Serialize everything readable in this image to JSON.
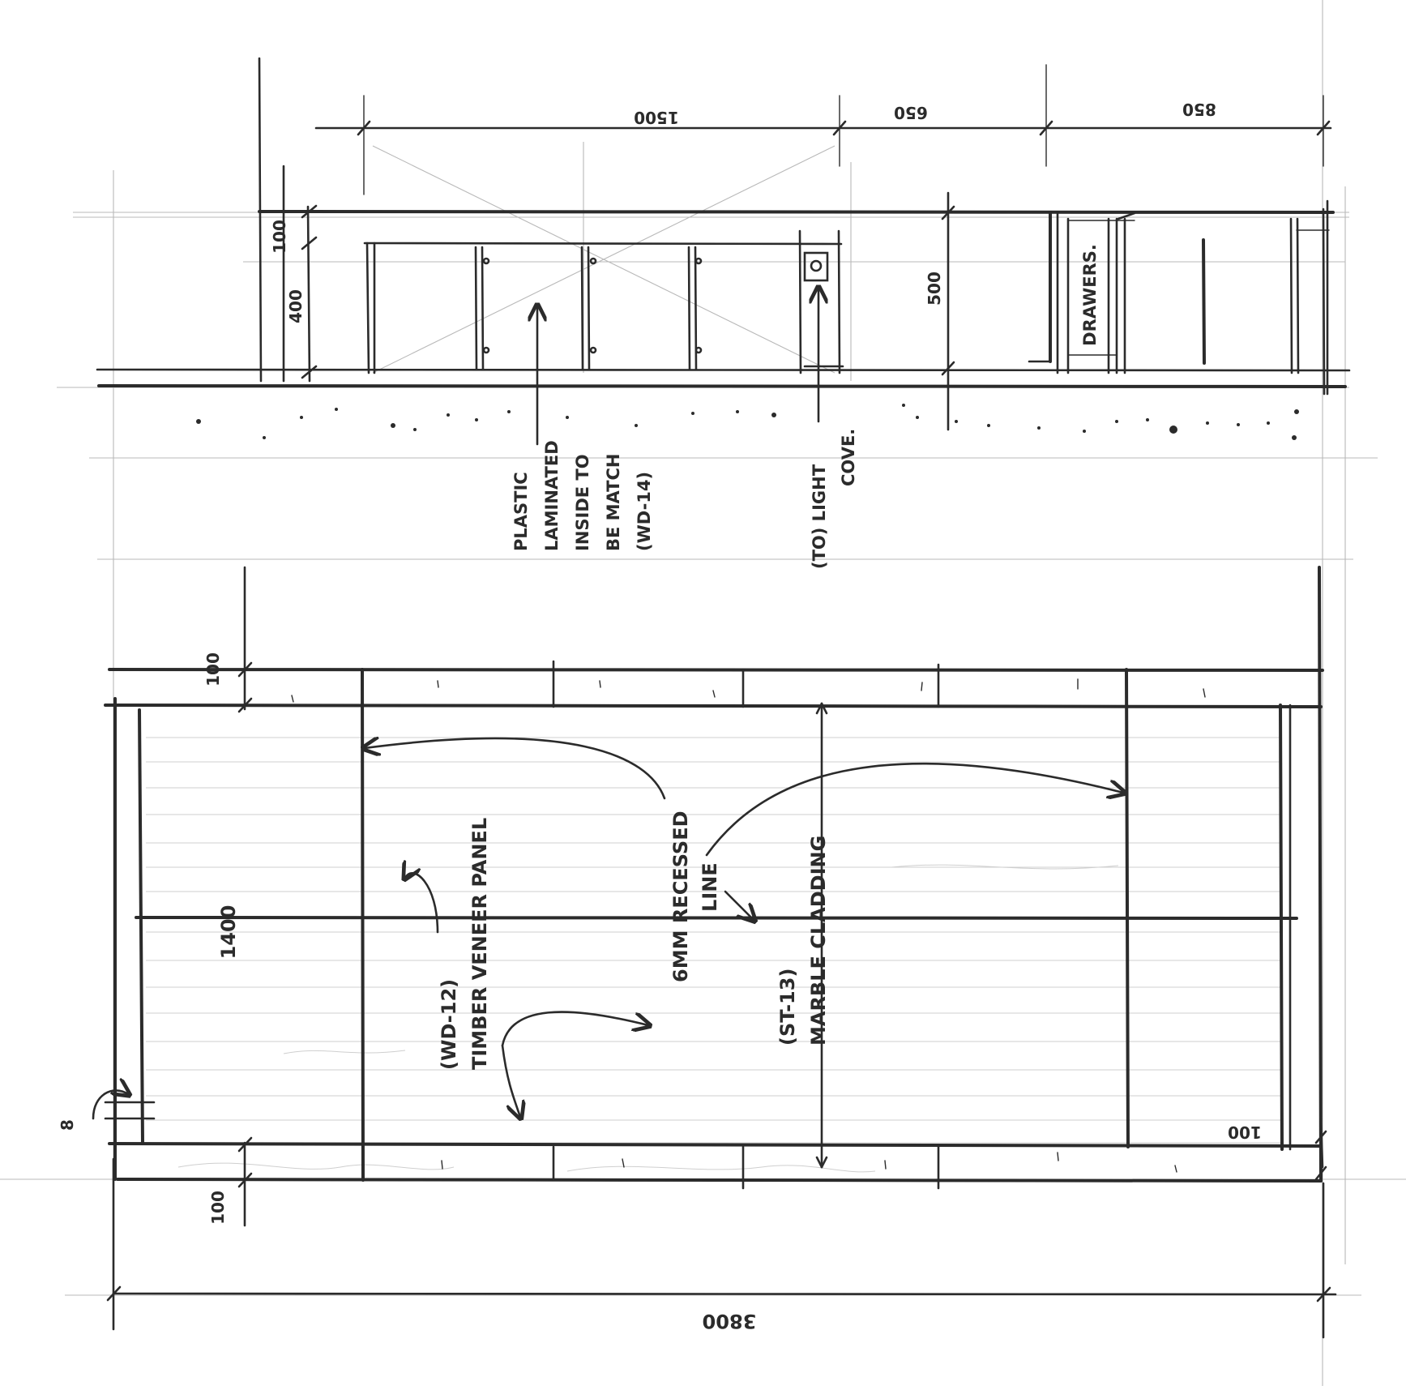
{
  "elevation": {
    "dims_top": [
      "1500",
      "650",
      "850"
    ],
    "dim_100": "100",
    "dim_400": "400",
    "dim_500": "500",
    "drawers_label": "DRAWERS.",
    "note_laminate": [
      "PLASTIC",
      "LAMINATED",
      "INSIDE TO",
      "BE MATCH",
      "(WD-14)"
    ],
    "note_lightcove": [
      "(TO) LIGHT",
      "COVE."
    ]
  },
  "plan": {
    "dim_top_100": "100",
    "dim_bottom_100": "100",
    "dim_right_100": "100",
    "dim_1400": "1400",
    "dim_8": "8",
    "dim_overall": "3800",
    "note_timber": [
      "(WD-12)",
      "TIMBER VENEER PANEL"
    ],
    "note_recessed": [
      "6MM RECESSED",
      "LINE"
    ],
    "note_marble": [
      "(ST-13)",
      "MARBLE CLADDING"
    ]
  },
  "colors": {
    "ink": "#2b2b2b",
    "paper": "#ffffff",
    "construction": "#b9b9b9"
  }
}
